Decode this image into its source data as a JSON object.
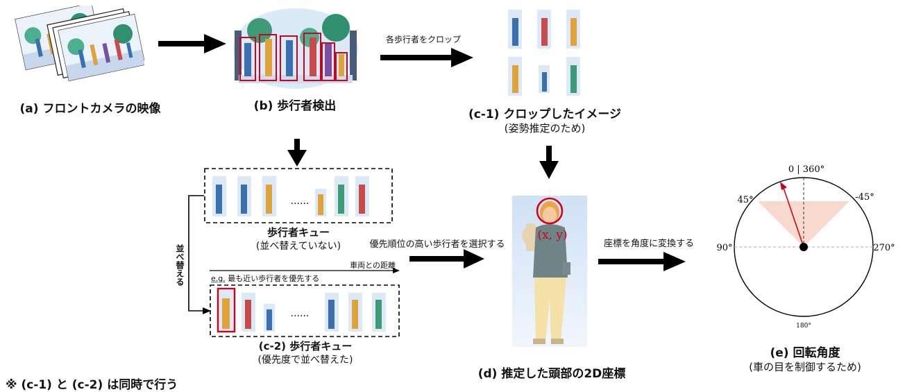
{
  "captions": {
    "a": "(a) フロントカメラの映像",
    "b": "(b) 歩行者検出",
    "c1_title": "(c-1) クロップしたイメージ",
    "c1_sub": "(姿勢推定のため)",
    "queue1_title": "歩行者キュー",
    "queue1_sub": "(並べ替えていない)",
    "queue2_title": "(c-2) 歩行者キュー",
    "queue2_sub": "(優先度で並べ替えた)",
    "d": "(d) 推定した頭部の2D座標",
    "e_title": "(e) 回転角度",
    "e_sub": "(車の目を制御するため)",
    "note": "※ (c-1) と (c-2) は同時で行う"
  },
  "arrows": {
    "crop": "各歩行者をクロップ",
    "select": "優先順位の高い歩行者を選択する",
    "convert": "座標を角度に変換する",
    "sort": "並べ替える",
    "distance": "車両との距離",
    "example_prefix": "e.g.",
    "example_rest": " 最も近い歩行者を優先する"
  },
  "queue": {
    "ellipsis": "......"
  },
  "head_coord": "(x, y)",
  "dial": {
    "top": "0 | 360°",
    "left45": "45°",
    "right45": "-45°",
    "left90": "90°",
    "right270": "270°",
    "bottom": "180°"
  },
  "colors": {
    "highlight": "#d0021b",
    "cone": "#f6d4c4",
    "sky": "#dce9f7"
  }
}
